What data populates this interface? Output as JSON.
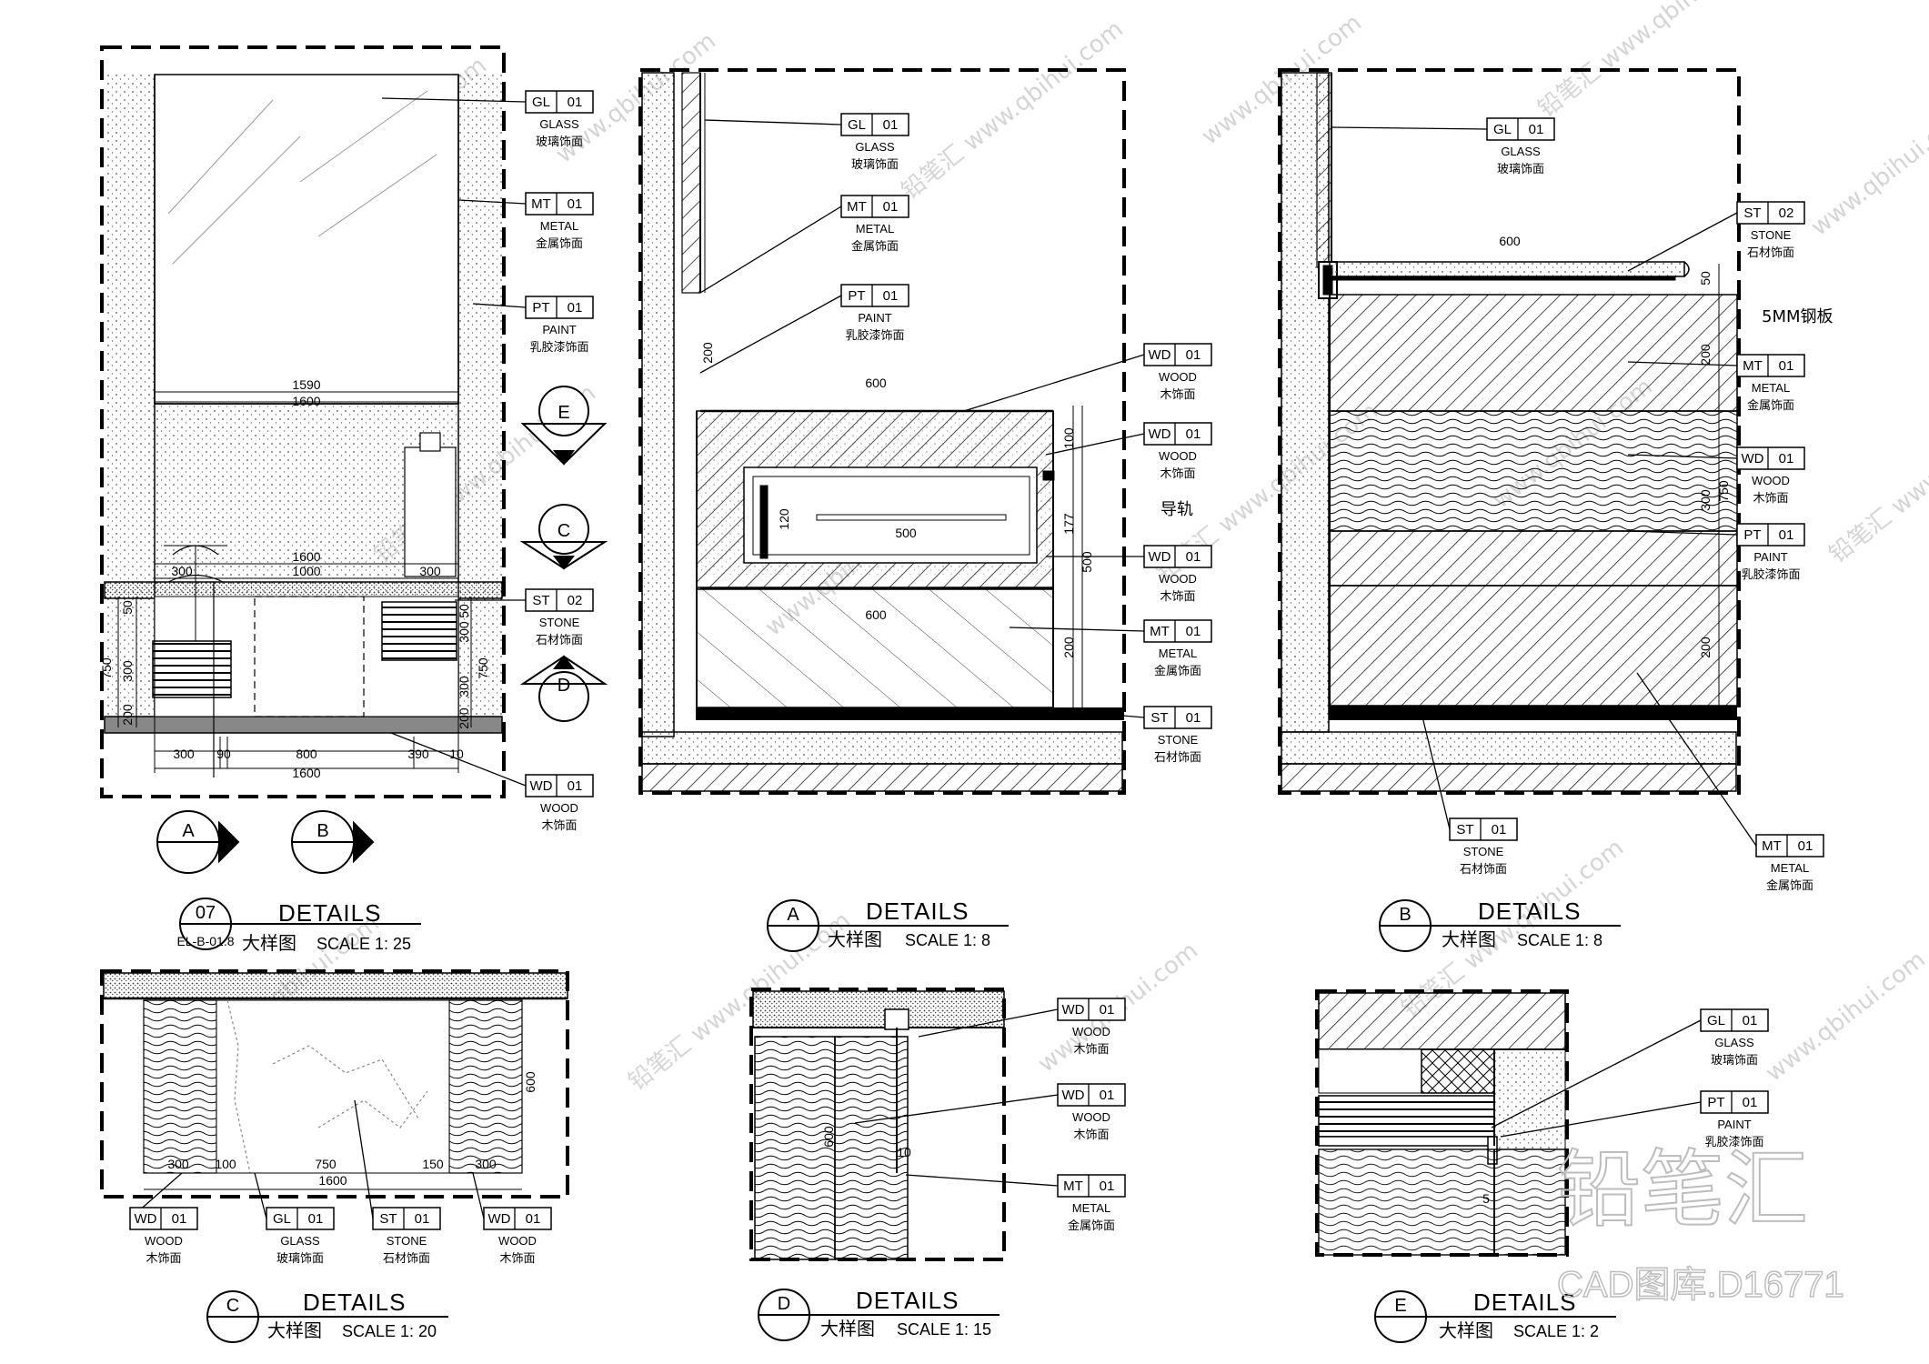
{
  "materials": {
    "GL01": {
      "code": "GL",
      "num": "01",
      "en": "GLASS",
      "cn": "玻璃饰面"
    },
    "MT01": {
      "code": "MT",
      "num": "01",
      "en": "METAL",
      "cn": "金属饰面"
    },
    "PT01": {
      "code": "PT",
      "num": "01",
      "en": "PAINT",
      "cn": "乳胶漆饰面"
    },
    "ST01": {
      "code": "ST",
      "num": "01",
      "en": "STONE",
      "cn": "石材饰面"
    },
    "ST02": {
      "code": "ST",
      "num": "02",
      "en": "STONE",
      "cn": "石材饰面"
    },
    "WD01": {
      "code": "WD",
      "num": "01",
      "en": "WOOD",
      "cn": "木饰面"
    }
  },
  "titles": {
    "t07": {
      "letter": "07",
      "ref": "EL-B-01.8",
      "details": "DETAILS",
      "cn": "大样图",
      "scale": "SCALE  1: 25"
    },
    "tA": {
      "letter": "A",
      "details": "DETAILS",
      "cn": "大样图",
      "scale": "SCALE  1: 8"
    },
    "tB": {
      "letter": "B",
      "details": "DETAILS",
      "cn": "大样图",
      "scale": "SCALE  1: 8"
    },
    "tC": {
      "letter": "C",
      "details": "DETAILS",
      "cn": "大样图",
      "scale": "SCALE  1: 20"
    },
    "tD": {
      "letter": "D",
      "details": "DETAILS",
      "cn": "大样图",
      "scale": "SCALE  1: 15"
    },
    "tE": {
      "letter": "E",
      "details": "DETAILS",
      "cn": "大样图",
      "scale": "SCALE  1: 2"
    }
  },
  "section_markers": {
    "A": "A",
    "B": "B",
    "C": "C",
    "D": "D",
    "E": "E"
  },
  "notes": {
    "rail": "导轨",
    "steel_plate": "5MM钢板"
  },
  "dims": {
    "p07": {
      "d1590": "1590",
      "d1600a": "1600",
      "d1600b": "1600",
      "d1000": "1000",
      "d300a": "300",
      "d300b": "300",
      "d750a": "750",
      "d750b": "750",
      "d300c": "300",
      "d300d": "300",
      "d300e": "300",
      "d300f": "300",
      "d90": "90",
      "d800": "800",
      "d390": "390",
      "d10": "10",
      "d1600c": "1600",
      "d50a": "50",
      "d50b": "50",
      "d200a": "200",
      "d200b": "200"
    },
    "pA": {
      "d600a": "600",
      "d600b": "600",
      "d500": "500",
      "d120": "120",
      "d200a": "200",
      "d200b": "200",
      "d100": "100",
      "d177": "177",
      "d500b": "500"
    },
    "pB": {
      "d600": "600",
      "d50": "50",
      "d200a": "200",
      "d300": "300",
      "d750": "750",
      "d200b": "200"
    },
    "pC": {
      "d300a": "300",
      "d100": "100",
      "d750": "750",
      "d150": "150",
      "d300b": "300",
      "d1600": "1600",
      "d600": "600"
    },
    "pD": {
      "d600": "600",
      "d10": "10"
    },
    "pE": {
      "d5": "5"
    }
  },
  "watermarks": {
    "site": "www.qbihui.com",
    "brand": "铅笔汇"
  },
  "branding": {
    "name": "铅笔汇",
    "code": "CAD图库.D16771"
  }
}
